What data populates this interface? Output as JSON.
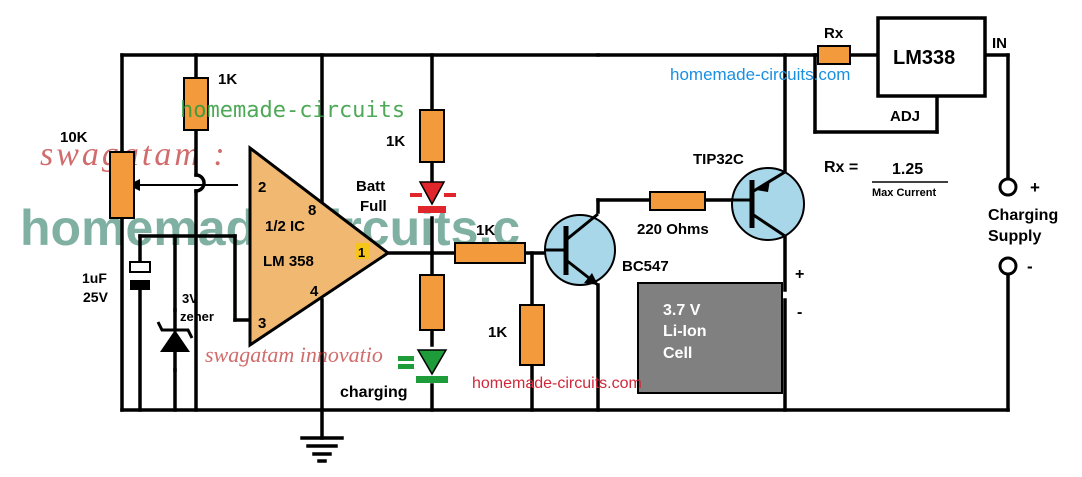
{
  "labels": {
    "r_top_left": "1K",
    "pot": "10K",
    "r_led": "1K",
    "batt_full_1": "Batt",
    "batt_full_2": "Full",
    "opamp_1": "1/2 IC",
    "opamp_2": "LM 358",
    "pin2": "2",
    "pin3": "3",
    "pin8": "8",
    "pin4": "4",
    "pin1": "1",
    "r_base": "1K",
    "r_bottom": "1K",
    "cap_1": "1uF",
    "cap_2": "25V",
    "zener_1": "3V",
    "zener_2": "zener",
    "charging": "charging",
    "bc547": "BC547",
    "r220": "220 Ohms",
    "tip32c": "TIP32C",
    "rx": "Rx",
    "lm338": "LM338",
    "in": "IN",
    "adj": "ADJ",
    "formula_lhs": "Rx =",
    "formula_num": "1.25",
    "formula_den": "Max Current",
    "plus_term": "+",
    "minus_term": "-",
    "supply_1": "Charging",
    "supply_2": "Supply",
    "batt_plus": "+",
    "batt_minus": "-",
    "cell_1": "3.7 V",
    "cell_2": "Li-Ion",
    "cell_3": "Cell"
  },
  "watermarks": {
    "green_small": "homemade-circuits",
    "green_big": "homemade-circuits.c",
    "red_1": "swagatam :",
    "red_2": "swagatam innovatio",
    "blue": "homemade-circuits.com",
    "red_bottom": "homemade-circuits.com"
  },
  "colors": {
    "resistor": "#f39a3c",
    "opamp": "#f0b870",
    "transistor": "#a9d7ea",
    "cell": "#808080",
    "led_red": "#e0262a",
    "led_green": "#1f9c3a"
  }
}
